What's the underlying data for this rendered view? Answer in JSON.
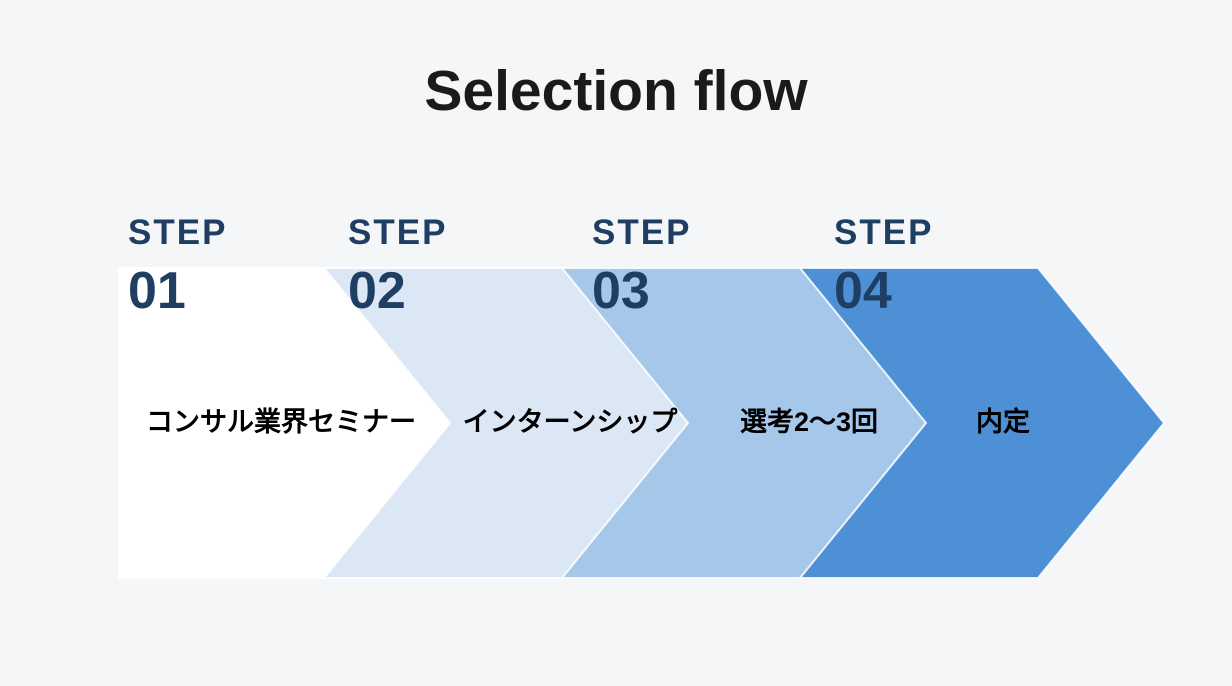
{
  "title": "Selection flow",
  "colors": {
    "background": "#f5f6f7",
    "step_label_text": "#1e3e63",
    "caption_text": "#000000",
    "title_text": "#1a1a1a",
    "chevron_outline": "#ffffff"
  },
  "steps": [
    {
      "label": "STEP",
      "number": "01",
      "caption": "コンサル業界セミナー",
      "color": "#ffffff"
    },
    {
      "label": "STEP",
      "number": "02",
      "caption": "インターンシップ",
      "color": "#dbe7f5"
    },
    {
      "label": "STEP",
      "number": "03",
      "caption": "選考2～3回",
      "color": "#a5c7e9"
    },
    {
      "label": "STEP",
      "number": "04",
      "caption": "内定",
      "color": "#4d90d5"
    }
  ]
}
